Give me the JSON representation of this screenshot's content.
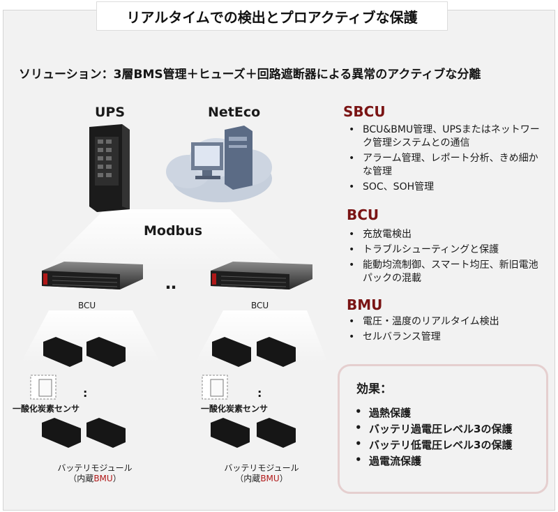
{
  "title": "リアルタイムでの検出とプロアクティブな保護",
  "subtitle": "ソリューション：3層BMS管理＋ヒューズ＋回路遮断器による異常のアクティブな分離",
  "diagram": {
    "ups_label": "UPS",
    "neteco_label": "NetEco",
    "modbus_label": "Modbus",
    "between_dots": "‥",
    "bcu_left": "BCU",
    "bcu_right": "BCU",
    "colon_left": ":",
    "colon_right": ":",
    "sensor_left": "一酸化炭素センサ",
    "sensor_right": "一酸化炭素センサ",
    "module_line1": "バッテリモジュール",
    "module_prefix": "（内蔵",
    "module_bmu": "BMU",
    "module_suffix": "）",
    "colors": {
      "server_dark": "#1b1b1b",
      "cloud": "#c6cfdc",
      "accent_red": "#b01818"
    }
  },
  "sections": {
    "sbcu": {
      "heading": "SBCU",
      "items": [
        "BCU&BMU管理、UPSまたはネットワーク管理システムとの通信",
        "アラーム管理、レポート分析、きめ細かな管理",
        "SOC、SOH管理"
      ]
    },
    "bcu": {
      "heading": "BCU",
      "items": [
        "充放電検出",
        "トラブルシューティングと保護",
        "能動均流制御、スマート均圧、新旧電池パックの混載"
      ]
    },
    "bmu": {
      "heading": "BMU",
      "items": [
        "電圧・温度のリアルタイム検出",
        "セルバランス管理"
      ]
    }
  },
  "effects": {
    "title": "効果：",
    "items": [
      "過熱保護",
      "バッテリ過電圧レベル3の保護",
      "バッテリ低電圧レベル3の保護",
      "過電流保護"
    ]
  },
  "colors": {
    "heading": "#7a1414",
    "effect_border": "#e5cfcf",
    "background": "#f2f2f2"
  }
}
